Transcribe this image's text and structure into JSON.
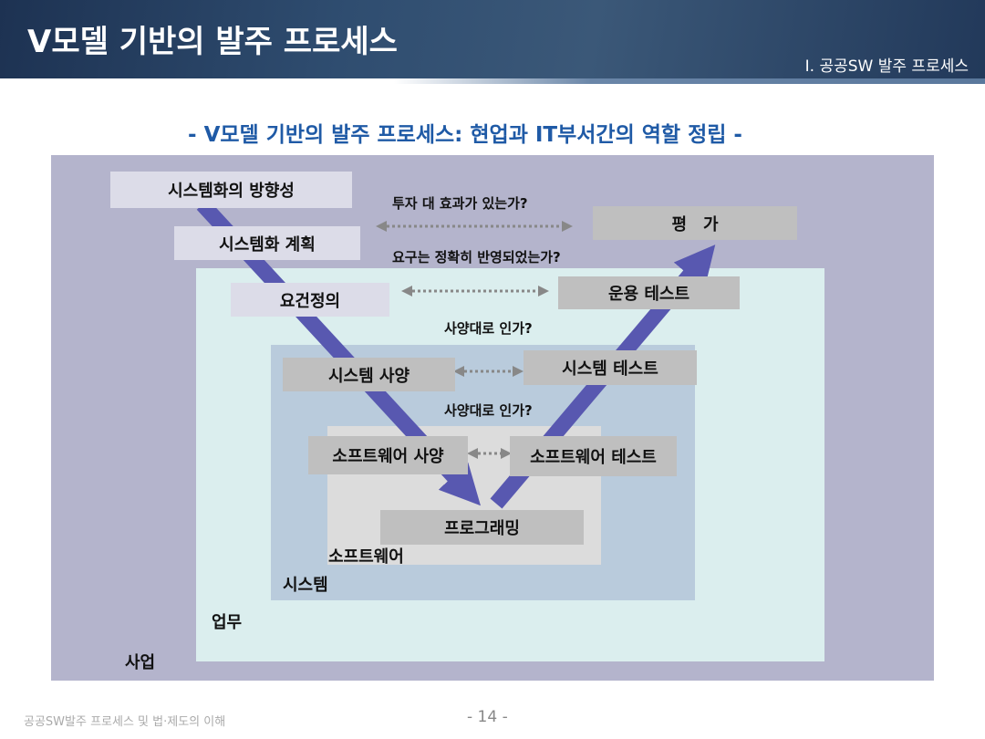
{
  "header": {
    "title": "V모델 기반의 발주 프로세스",
    "section": "Ⅰ. 공공SW 발주 프로세스"
  },
  "subtitle": "- V모델 기반의 발주 프로세스: 현업과 IT부서간의 역할 정립 -",
  "stages": {
    "direction": "시스템화의 방향성",
    "planning": "시스템화 계획",
    "requirements": "요건정의",
    "sys_spec": "시스템 사양",
    "sw_spec": "소프트웨어 사양",
    "programming": "프로그래밍",
    "sw_test": "소프트웨어 테스트",
    "sys_test": "시스템 테스트",
    "ops_test": "운용 테스트",
    "evaluation": "평　가"
  },
  "questions": {
    "roi": "투자 대 효과가 있는가?",
    "req_reflected": "요구는 정확히 반영되었는가?",
    "spec_sys": "사양대로 인가?",
    "spec_sw": "사양대로 인가?"
  },
  "levels": {
    "software": "소프트웨어",
    "system": "시스템",
    "business": "업무",
    "project": "사업"
  },
  "footer": {
    "doc": "공공SW발주 프로세스 및 법·제도의 이해",
    "page": "- 14 -"
  }
}
